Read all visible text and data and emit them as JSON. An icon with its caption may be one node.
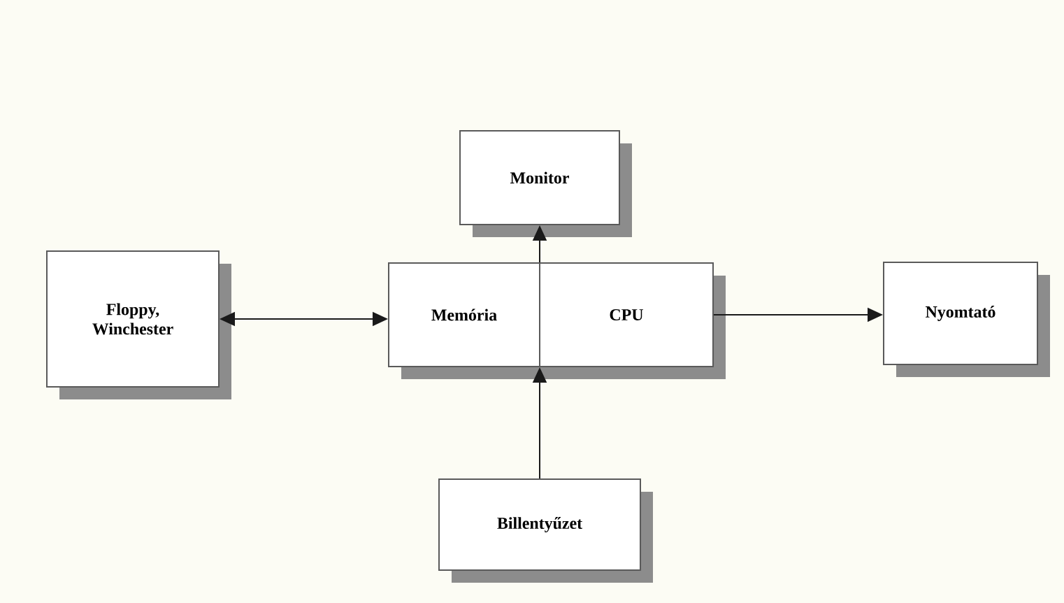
{
  "diagram": {
    "nodes": [
      {
        "text": [
          "Monitor"
        ]
      },
      {
        "text": [
          "Floppy, Winchester"
        ]
      },
      {
        "text": [
          "Memória",
          "CPU"
        ]
      },
      {
        "text": [
          "Nyomtató"
        ]
      },
      {
        "text": [
          "Billentyűzet"
        ]
      }
    ],
    "edges": [
      {
        "from": 1,
        "to": 2,
        "arrow": "both"
      },
      {
        "from": 2,
        "to": 0,
        "arrow": "to"
      },
      {
        "from": 2,
        "to": 3,
        "arrow": "to"
      },
      {
        "from": 4,
        "to": 2,
        "arrow": "to"
      }
    ]
  }
}
